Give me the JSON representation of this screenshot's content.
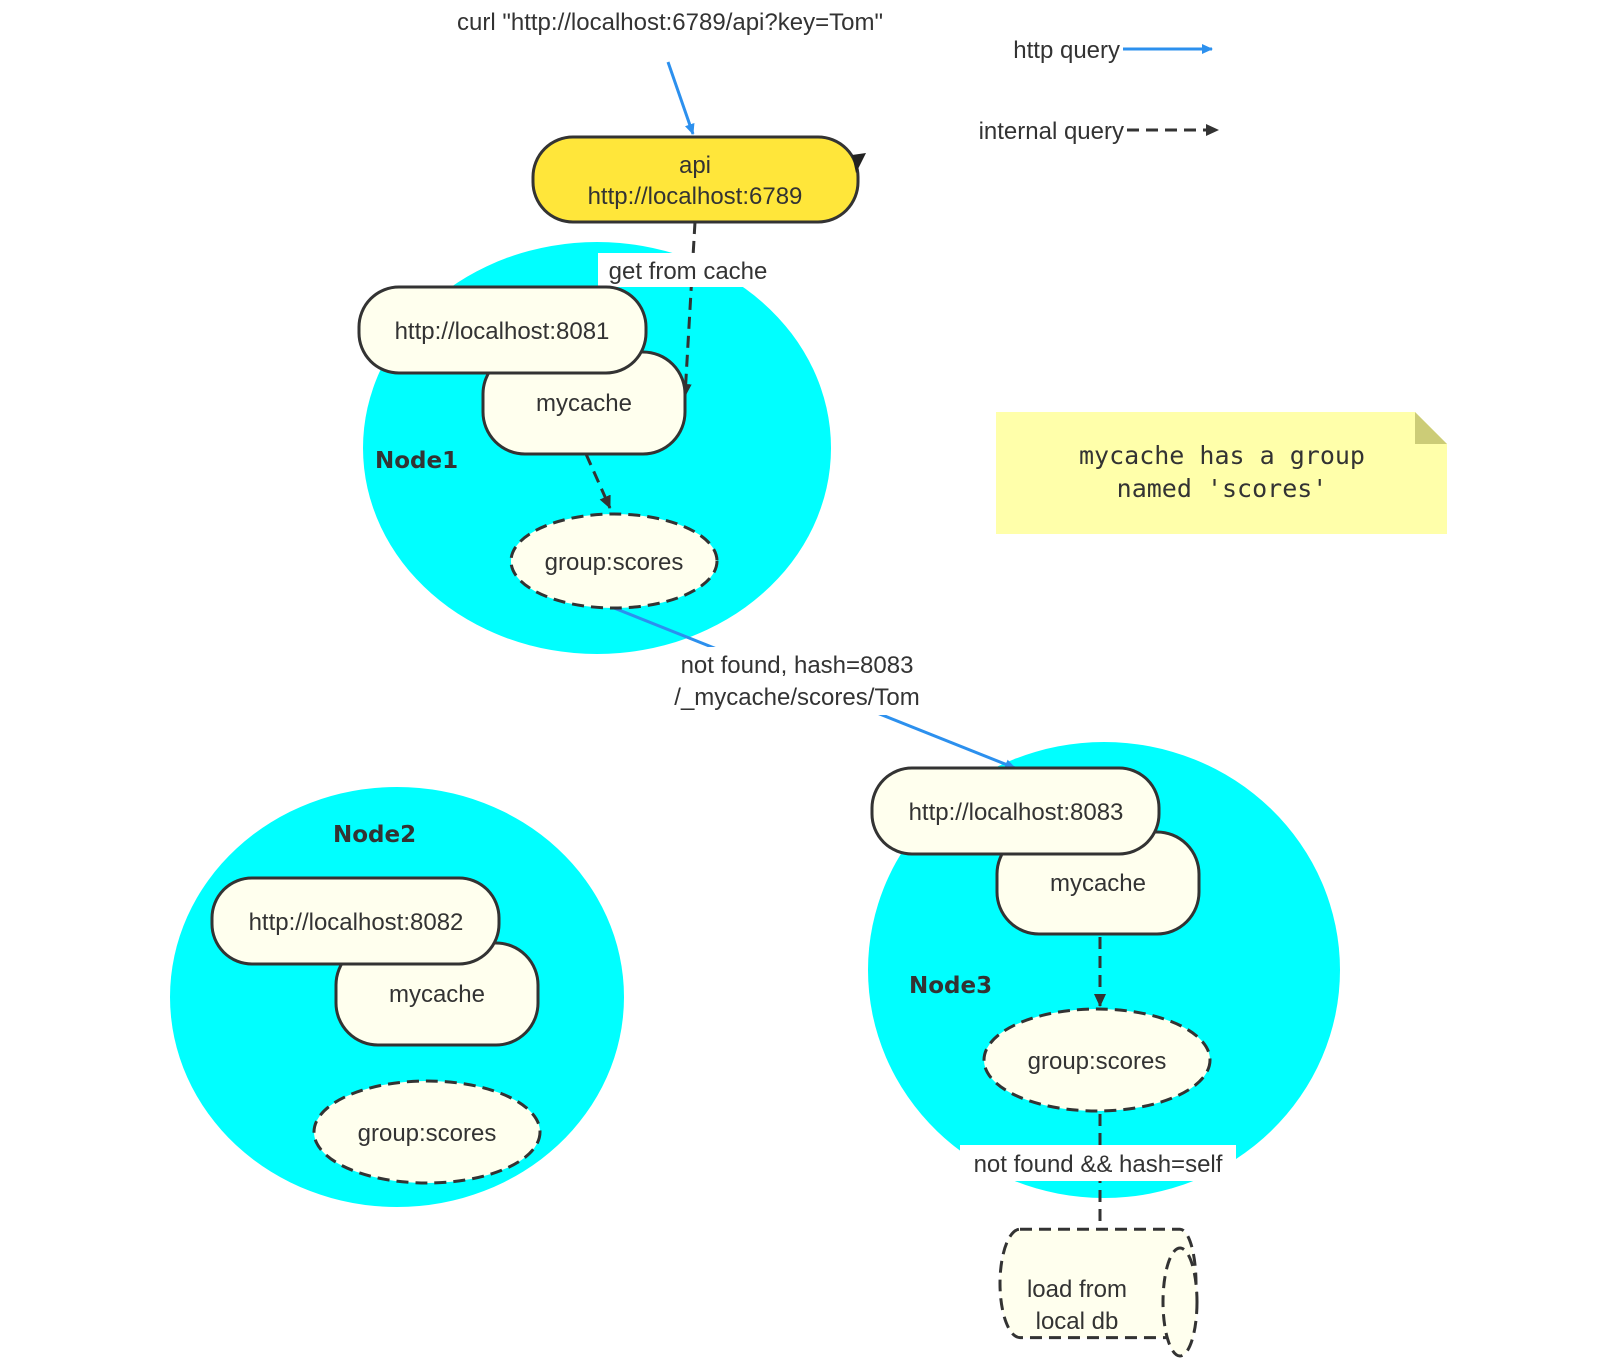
{
  "command": "curl \"http://localhost:6789/api?key=Tom\"",
  "legend": {
    "http": "http query",
    "internal": "internal query"
  },
  "api": {
    "line1": "api",
    "line2": "http://localhost:6789"
  },
  "edges": {
    "get_from_cache": "get from cache",
    "not_found_line1": "not found, hash=8083",
    "not_found_line2": "/_mycache/scores/Tom",
    "not_found_self": "not found && hash=self"
  },
  "nodes": [
    {
      "label": "Node1",
      "url": "http://localhost:8081",
      "cache": "mycache",
      "group": "group:scores"
    },
    {
      "label": "Node2",
      "url": "http://localhost:8082",
      "cache": "mycache",
      "group": "group:scores"
    },
    {
      "label": "Node3",
      "url": "http://localhost:8083",
      "cache": "mycache",
      "group": "group:scores"
    }
  ],
  "db": {
    "line1": "load from",
    "line2": "local db"
  },
  "note": {
    "line1": "mycache has a group",
    "line2": "named 'scores'"
  },
  "colors": {
    "node_circle": "#00FFFF",
    "api_box": "#FFE63A",
    "box_fill": "#FFFFEE",
    "note_fill": "#FFFFAA",
    "note_fold": "#CCCC77",
    "http_arrow": "#2C90EE",
    "internal_arrow": "#333333"
  }
}
